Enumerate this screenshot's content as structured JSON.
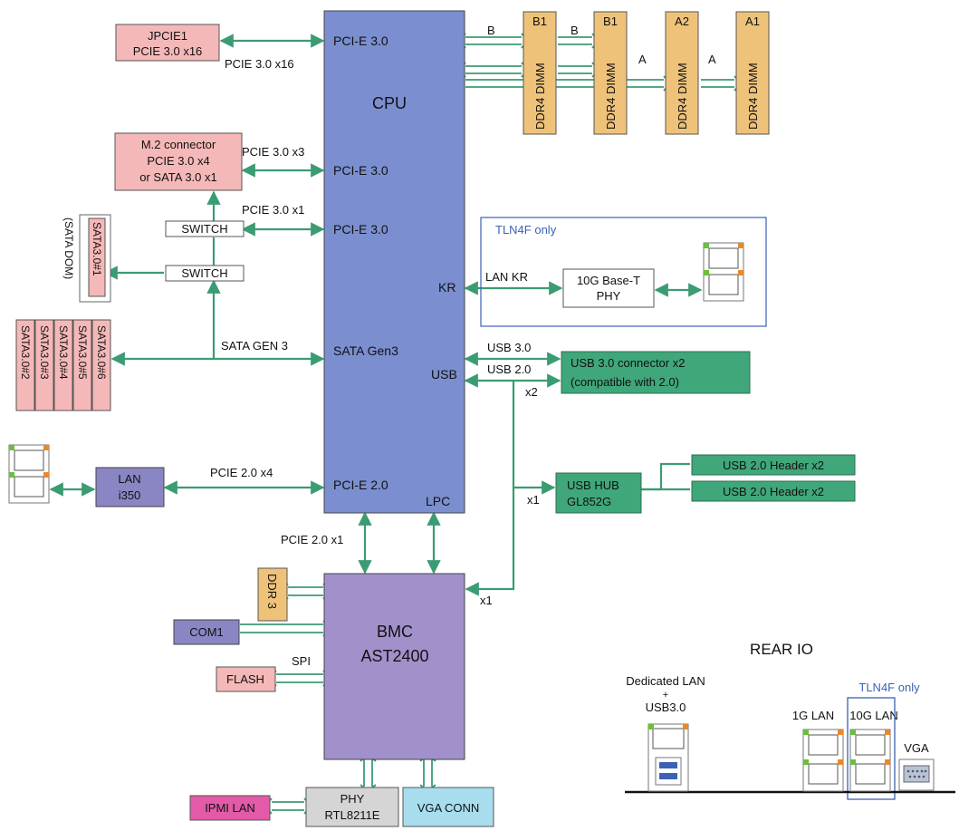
{
  "colors": {
    "cpu": "#7B8FD0",
    "bmc": "#A290CB",
    "pink": "#F5B8B8",
    "green": "#3FA77A",
    "orange": "#EFC27A",
    "navy": "#8A86C4",
    "magenta": "#E25AA8",
    "cyan": "#A8DDEE",
    "grey": "#D5D5D5",
    "arrow": "#3B9C72",
    "accent_blue": "#3B62B4"
  },
  "blocks": {
    "cpu": {
      "title": "CPU",
      "pcie_top": "PCI-E 3.0",
      "pcie_m2": "PCI-E 3.0",
      "pcie_switch": "PCI-E 3.0",
      "kr": "KR",
      "sata": "SATA Gen3",
      "usb": "USB",
      "pcie2": "PCI-E 2.0",
      "lpc": "LPC"
    },
    "bmc": {
      "line1": "BMC",
      "line2": "AST2400"
    },
    "jpcie1": {
      "line1": "JPCIE1",
      "line2": "PCIE 3.0 x16"
    },
    "m2": {
      "line1": "M.2 connector",
      "line2": "PCIE 3.0 x4",
      "line3": "or SATA 3.0 x1"
    },
    "switch1": "SWITCH",
    "switch2": "SWITCH",
    "sata_dom": {
      "slot": "SATA3.0#1",
      "label": "(SATA DOM)"
    },
    "sata_slots": [
      "SATA3.0#2",
      "SATA3.0#3",
      "SATA3.0#4",
      "SATA3.0#5",
      "SATA3.0#6"
    ],
    "dimms": [
      {
        "ch": "B1",
        "label": "DDR4 DIMM"
      },
      {
        "ch": "B1",
        "label": "DDR4 DIMM"
      },
      {
        "ch": "A2",
        "label": "DDR4 DIMM"
      },
      {
        "ch": "A1",
        "label": "DDR4 DIMM"
      }
    ],
    "tln4f": {
      "title": "TLN4F only",
      "phy_line1": "10G Base-T",
      "phy_line2": "PHY"
    },
    "usb30_conn": {
      "line1": "USB 3.0 connector x2",
      "line2": "(compatible with 2.0)"
    },
    "usb_hub": {
      "line1": "USB HUB",
      "line2": "GL852G"
    },
    "usb_hdr1": "USB 2.0 Header x2",
    "usb_hdr2": "USB 2.0 Header x2",
    "lan_i350": {
      "line1": "LAN",
      "line2": "i350"
    },
    "ddr3": "DDR 3",
    "com1": "COM1",
    "flash": "FLASH",
    "ipmi_lan": "IPMI LAN",
    "phy": {
      "line1": "PHY",
      "line2": "RTL8211E"
    },
    "vga_conn": "VGA CONN"
  },
  "links": {
    "pcie_x16": "PCIE 3.0 x16",
    "b_left": "B",
    "b_mid": "B",
    "a_mid": "A",
    "a_right": "A",
    "pcie_x3": "PCIE 3.0 x3",
    "pcie_x1": "PCIE 3.0 x1",
    "lan_kr": "LAN KR",
    "sata_gen3": "SATA GEN 3",
    "usb30": "USB 3.0",
    "usb20": "USB 2.0",
    "x2": "x2",
    "x1_hub": "x1",
    "pcie2_x4": "PCIE 2.0 x4",
    "pcie2_x1": "PCIE 2.0 x1",
    "x1_bmc": "x1",
    "spi": "SPI"
  },
  "rear_io": {
    "title": "REAR IO",
    "ded_lan_line1": "Dedicated LAN",
    "ded_lan_line2": "+",
    "ded_lan_line3": "USB3.0",
    "tln4f": "TLN4F only",
    "lan1g": "1G LAN",
    "lan10g": "10G LAN",
    "vga": "VGA"
  }
}
